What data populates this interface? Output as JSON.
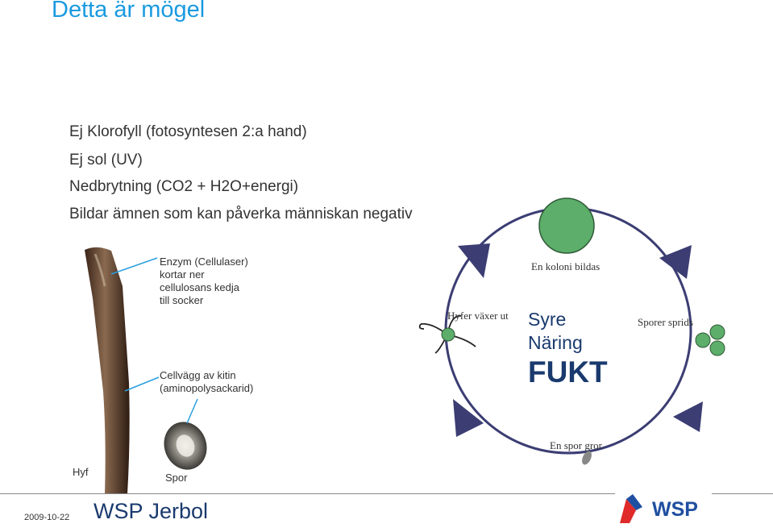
{
  "title": "Detta är mögel",
  "bullets": [
    "Ej Klorofyll (fotosyntesen 2:a hand)",
    "Ej sol (UV)",
    "Nedbrytning (CO2 + H2O+energi)",
    "Bildar ämnen som kan påverka människan negativ"
  ],
  "hyphae": {
    "enzyme_label": [
      "Enzym (Cellulaser)",
      "kortar ner",
      "cellulosans kedja",
      "till socker"
    ],
    "wall_label": [
      "Cellvägg av kitin",
      "(aminopolysackarid)"
    ],
    "hyf_label": "Hyf",
    "spor_label": "Spor"
  },
  "cycle": {
    "colony": "En koloni bildas",
    "hyphae_grow": "Hyfer växer ut",
    "spores_spread": "Sporer sprids",
    "spore_germinates": "En spor gror",
    "center": [
      "Syre",
      "Näring",
      "FUKT"
    ]
  },
  "footer": {
    "date": "2009-10-22",
    "company": "WSP Jerbol",
    "logo_text": "WSP"
  },
  "colors": {
    "title": "#1a9ae0",
    "circle": "#3b3d73",
    "green": "#5cae6a",
    "fukt": "#1a3a6e",
    "logo_blue": "#1f4fa0",
    "logo_red": "#e02a2a"
  }
}
